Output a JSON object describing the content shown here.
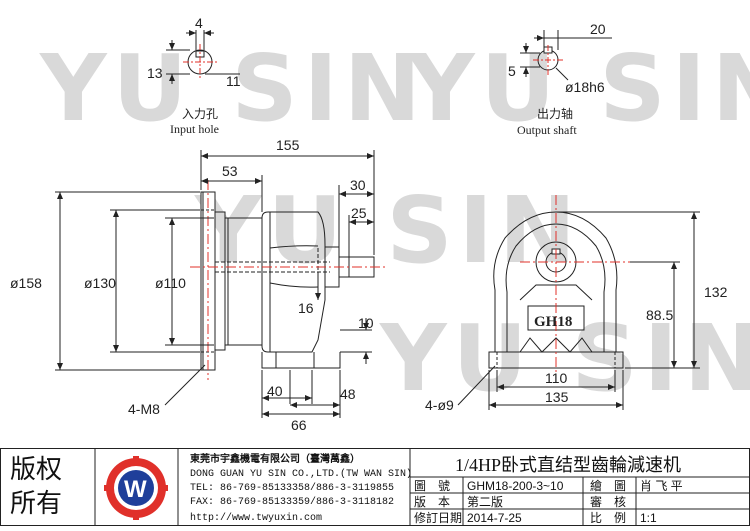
{
  "watermark": {
    "text": "YU SIN"
  },
  "input_hole": {
    "label_cn": "入力孔",
    "label_en": "Input hole",
    "dims": {
      "key_width": "4",
      "height": "13",
      "depth": "11"
    }
  },
  "output_shaft": {
    "label_cn": "出力轴",
    "label_en": "Output shaft",
    "dims": {
      "length": "20",
      "key": "5",
      "diameter": "ø18h6"
    }
  },
  "side_view": {
    "dims": {
      "overall_length": "155",
      "flange_to_key": "53",
      "shaft_30": "30",
      "shaft_25": "25",
      "d158": "ø158",
      "d130": "ø130",
      "d110": "ø110",
      "depth16": "16",
      "h10": "10",
      "base40": "40",
      "base48": "48",
      "base66": "66",
      "bolt": "4-M8"
    }
  },
  "front_view": {
    "cast_label": "GH18",
    "dims": {
      "height132": "132",
      "height88_5": "88.5",
      "width110": "110",
      "width135": "135",
      "holes": "4-ø9"
    }
  },
  "title_block": {
    "rights_line1": "版权",
    "rights_line2": "所有",
    "company_cn": "東莞市宇鑫機電有限公司（臺灣萬鑫）",
    "company_en": "DONG GUAN YU SIN CO.,LTD.(TW WAN SIN)",
    "tel": "TEL:  86-769-85133358/886-3-3119855",
    "fax": "FAX:  86-769-85133359/886-3-3118182",
    "web": "http://www.twyuxin.com",
    "product_title": "1/4HP卧式直结型齒輪減速机",
    "rows": [
      {
        "k1": "圖　號",
        "v1": "GHM18-200-3~10",
        "k2": "繪　圖",
        "v2": "肖 飞 平"
      },
      {
        "k1": "版　本",
        "v1": "第二版",
        "k2": "審　核",
        "v2": ""
      },
      {
        "k1": "修訂日期",
        "v1": "2014-7-25",
        "k2": "比　例",
        "v2": "1:1"
      }
    ],
    "logo_letter": "W"
  },
  "colors": {
    "line": "#222222",
    "center": "#e0302a",
    "watermark": "#d9d9d9",
    "logo_red": "#e0302a",
    "logo_blue": "#1f3f9a"
  }
}
